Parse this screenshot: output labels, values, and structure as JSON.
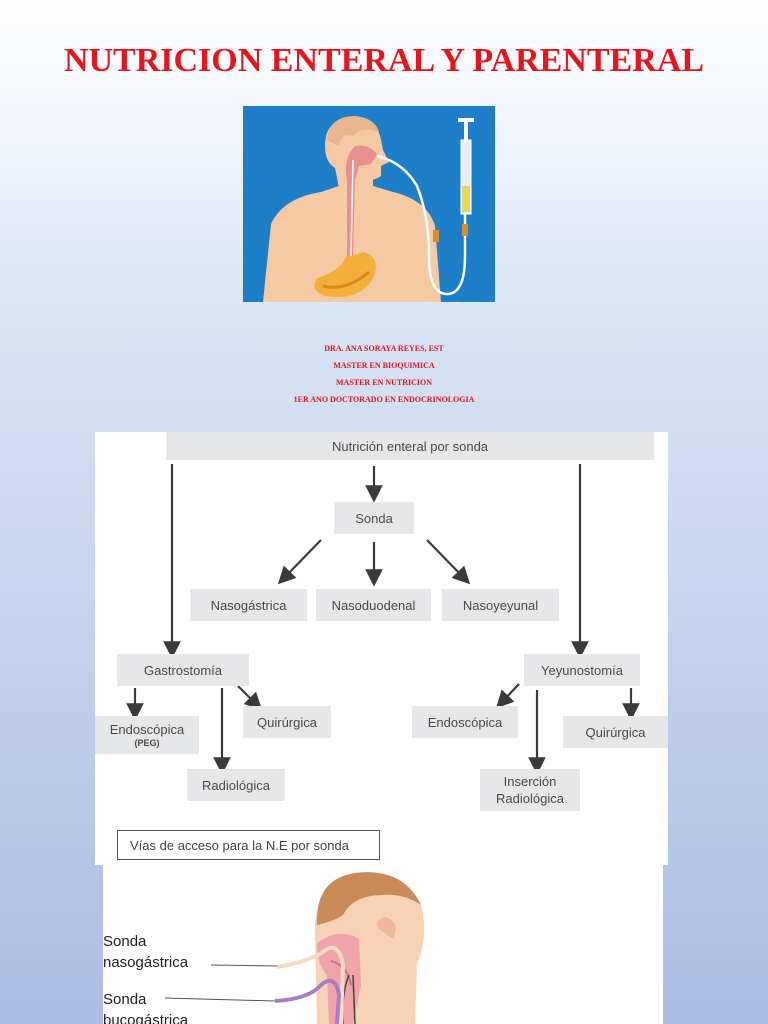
{
  "slide1": {
    "title": "NUTRICION ENTERAL Y PARENTERAL",
    "credits": [
      "DRA. ANA SORAYA REYES, EST",
      "MASTER EN BIOQUIMICA",
      "MASTER EN NUTRICION",
      "1ER ANO DOCTORADO EN ENDOCRINOLOGIA"
    ]
  },
  "diagram": {
    "top": "Nutrición enteral por sonda",
    "sonda": "Sonda",
    "nasogastrica": "Nasogástrica",
    "nasoduodenal": "Nasoduodenal",
    "nasoyeyunal": "Nasoyeyunal",
    "gastrostomia": "Gastrostomía",
    "yeyunostomia": "Yeyunostomía",
    "endoscopica_left": "Endoscópica",
    "peg": "(PEG)",
    "quirurgica_left": "Quirúrgica",
    "radiologica": "Radiológica",
    "endoscopica_right": "Endoscópica",
    "quirurgica_right": "Quirúrgica",
    "insercion_1": "Inserción",
    "insercion_2": "Radiológica",
    "legend": "Vías de acceso para la N.E por sonda"
  },
  "slide3": {
    "label1_line1": "Sonda",
    "label1_line2": "nasogástrica",
    "label2_line1": "Sonda",
    "label2_line2": "bucogástrica"
  },
  "colors": {
    "title_red": "#e8141c",
    "illustration_bg": "#1e7fc9",
    "skin": "#f5c9a3",
    "arrow": "#3a3a3a"
  }
}
